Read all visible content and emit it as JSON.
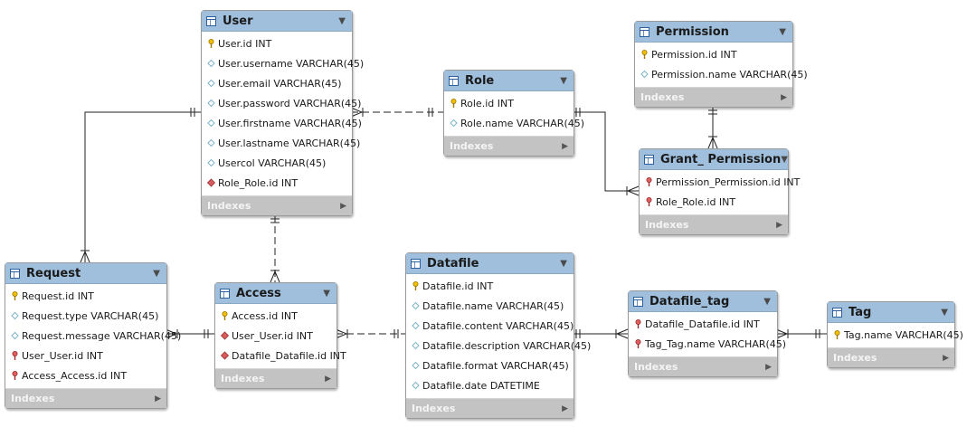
{
  "entities": {
    "user": {
      "title": "User",
      "columns": [
        {
          "text": "User.id INT",
          "key": "pk"
        },
        {
          "text": "User.username VARCHAR(45)",
          "key": "col"
        },
        {
          "text": "User.email VARCHAR(45)",
          "key": "col"
        },
        {
          "text": "User.password VARCHAR(45)",
          "key": "col"
        },
        {
          "text": "User.firstname VARCHAR(45)",
          "key": "col"
        },
        {
          "text": "User.lastname VARCHAR(45)",
          "key": "col"
        },
        {
          "text": "Usercol VARCHAR(45)",
          "key": "col"
        },
        {
          "text": "Role_Role.id INT",
          "key": "fk"
        }
      ],
      "indexes": "Indexes"
    },
    "role": {
      "title": "Role",
      "columns": [
        {
          "text": "Role.id INT",
          "key": "pk"
        },
        {
          "text": "Role.name VARCHAR(45)",
          "key": "col"
        }
      ],
      "indexes": "Indexes"
    },
    "permission": {
      "title": "Permission",
      "columns": [
        {
          "text": "Permission.id INT",
          "key": "pk"
        },
        {
          "text": "Permission.name VARCHAR(45)",
          "key": "col"
        }
      ],
      "indexes": "Indexes"
    },
    "grant_permission": {
      "title": "Grant_ Permission",
      "columns": [
        {
          "text": "Permission_Permission.id INT",
          "key": "pfk"
        },
        {
          "text": "Role_Role.id INT",
          "key": "pfk"
        }
      ],
      "indexes": "Indexes"
    },
    "request": {
      "title": "Request",
      "columns": [
        {
          "text": "Request.id INT",
          "key": "pk"
        },
        {
          "text": "Request.type VARCHAR(45)",
          "key": "col"
        },
        {
          "text": "Request.message VARCHAR(45)",
          "key": "col"
        },
        {
          "text": "User_User.id INT",
          "key": "pfk"
        },
        {
          "text": "Access_Access.id INT",
          "key": "pfk"
        }
      ],
      "indexes": "Indexes"
    },
    "access": {
      "title": "Access",
      "columns": [
        {
          "text": "Access.id INT",
          "key": "pk"
        },
        {
          "text": "User_User.id INT",
          "key": "fk"
        },
        {
          "text": "Datafile_Datafile.id INT",
          "key": "fk"
        }
      ],
      "indexes": "Indexes"
    },
    "datafile": {
      "title": "Datafile",
      "columns": [
        {
          "text": "Datafile.id INT",
          "key": "pk"
        },
        {
          "text": "Datafile.name VARCHAR(45)",
          "key": "col"
        },
        {
          "text": "Datafile.content VARCHAR(45)",
          "key": "col"
        },
        {
          "text": "Datafile.description VARCHAR(45)",
          "key": "col"
        },
        {
          "text": "Datafile.format VARCHAR(45)",
          "key": "col"
        },
        {
          "text": "Datafile.date DATETIME",
          "key": "col"
        }
      ],
      "indexes": "Indexes"
    },
    "datafile_tag": {
      "title": "Datafile_tag",
      "columns": [
        {
          "text": "Datafile_Datafile.id INT",
          "key": "pfk"
        },
        {
          "text": "Tag_Tag.name VARCHAR(45)",
          "key": "pfk"
        }
      ],
      "indexes": "Indexes"
    },
    "tag": {
      "title": "Tag",
      "columns": [
        {
          "text": "Tag.name VARCHAR(45)",
          "key": "pk"
        }
      ],
      "indexes": "Indexes"
    }
  },
  "relationships": [
    {
      "from": "User",
      "to": "Role",
      "style": "non-identifying",
      "from_end": "many",
      "to_end": "one"
    },
    {
      "from": "Request",
      "to": "User",
      "style": "identifying",
      "from_end": "many",
      "to_end": "one"
    },
    {
      "from": "Access",
      "to": "User",
      "style": "non-identifying",
      "from_end": "many",
      "to_end": "one"
    },
    {
      "from": "Request",
      "to": "Access",
      "style": "identifying",
      "from_end": "many",
      "to_end": "one"
    },
    {
      "from": "Access",
      "to": "Datafile",
      "style": "non-identifying",
      "from_end": "many",
      "to_end": "one"
    },
    {
      "from": "Grant_ Permission",
      "to": "Role",
      "style": "identifying",
      "from_end": "many",
      "to_end": "one"
    },
    {
      "from": "Grant_ Permission",
      "to": "Permission",
      "style": "identifying",
      "from_end": "many",
      "to_end": "one"
    },
    {
      "from": "Datafile_tag",
      "to": "Datafile",
      "style": "identifying",
      "from_end": "many",
      "to_end": "one"
    },
    {
      "from": "Datafile_tag",
      "to": "Tag",
      "style": "identifying",
      "from_end": "many",
      "to_end": "one"
    }
  ],
  "colors": {
    "header": "#9fbfdc",
    "footer": "#c3c3c3",
    "pk_key": "#f0c000",
    "fk_diamond": "#d65c5c",
    "column_diamond": "#7fb3c8"
  }
}
